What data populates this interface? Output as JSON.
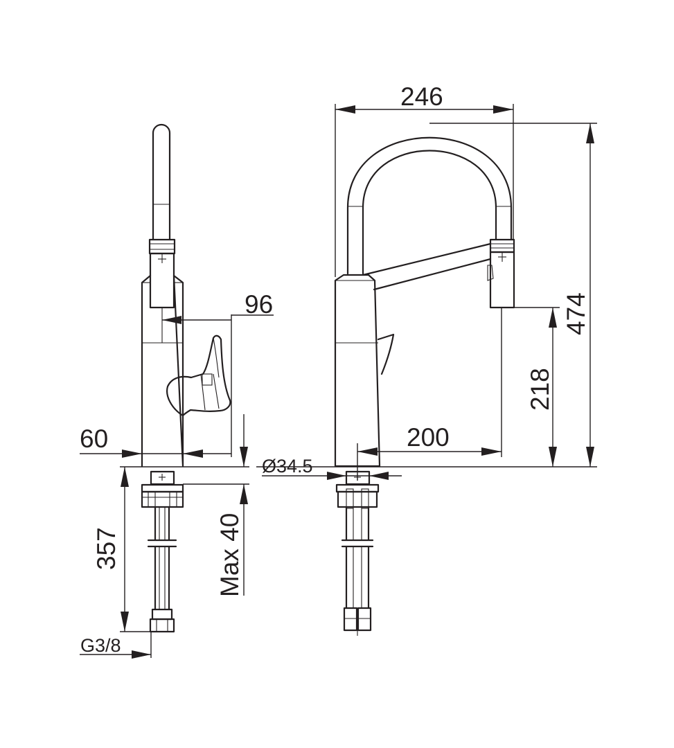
{
  "colors": {
    "ink": "#231f20",
    "paper": "#ffffff"
  },
  "dimensions": {
    "reach_depth": "96",
    "base_depth": "60",
    "total_length": "357",
    "max_thickness": "Max 40",
    "connection": "G3/8",
    "width": "246",
    "total_height": "474",
    "spout_height": "218",
    "spout_reach": "200",
    "base_diameter": "Ø34.5"
  }
}
